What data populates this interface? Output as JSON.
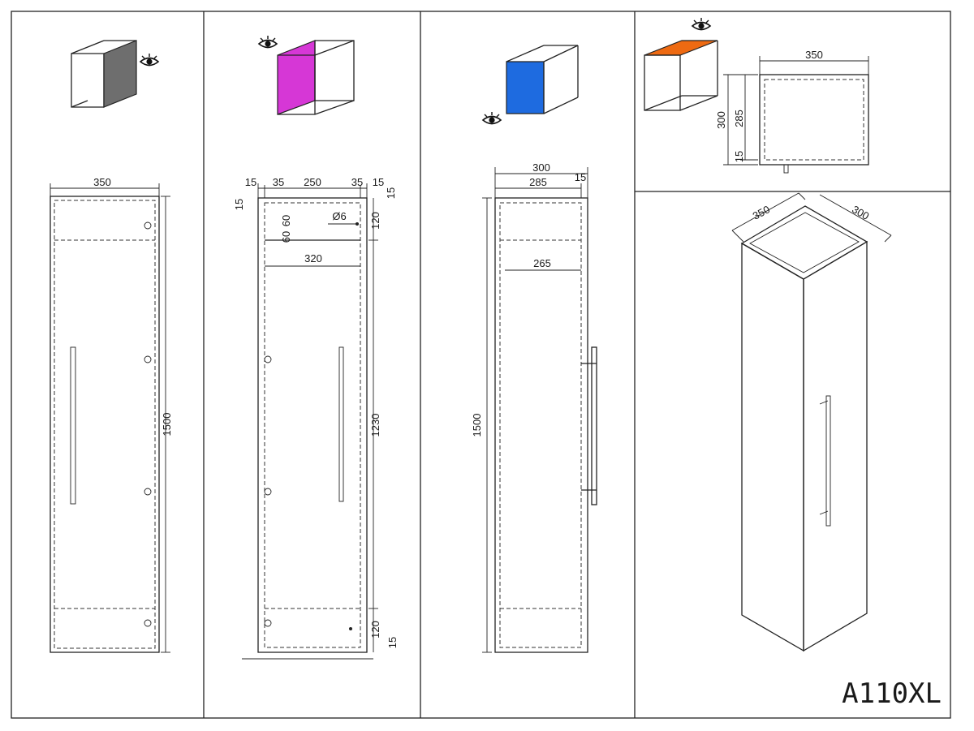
{
  "model_code": "A110XL",
  "colors": {
    "side_face": "#6e6e6e",
    "inner_side_face": "#d637d6",
    "back_face": "#1e6be0",
    "top_face": "#ee6a12",
    "line": "#222222"
  },
  "icons": [
    "eye-icon"
  ],
  "panels": {
    "front": {
      "width": "350",
      "height": "1500"
    },
    "interior": {
      "top_row": [
        "15",
        "35",
        "250",
        "35",
        "15"
      ],
      "top_offset": "15",
      "holes": "60",
      "holes2": "60",
      "hole_diameter": "Ø6",
      "shelf_top": "120",
      "inner_width": "320",
      "inner_height": "1230",
      "shelf_bottom": "120",
      "bottom_offset": "15"
    },
    "side": {
      "depth": "300",
      "inner_depth": "285",
      "back_gap": "15",
      "shelf_depth": "265",
      "height": "1500"
    },
    "top_view": {
      "width": "350",
      "depth": "300",
      "inner_depth": "285",
      "back_gap": "15"
    },
    "iso": {
      "width": "350",
      "depth": "300"
    }
  }
}
